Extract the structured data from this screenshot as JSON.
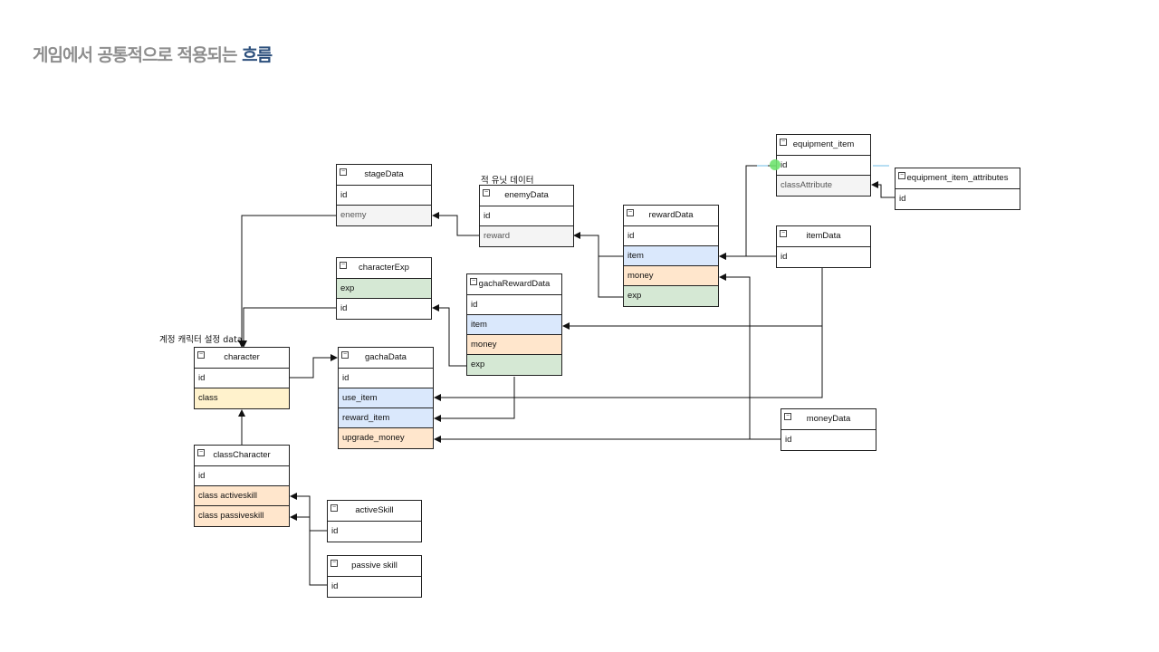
{
  "title": {
    "main": "게임에서 공통적으로 적용되는 ",
    "highlight": "흐름"
  },
  "notes": {
    "enemy_unit": "적 유닛 데이터",
    "account_char": "계정 캐릭터 설정 data"
  },
  "tables": {
    "stageData": {
      "name": "stageData",
      "fields": [
        "id",
        "enemy"
      ]
    },
    "enemyData": {
      "name": "enemyData",
      "fields": [
        "id",
        "reward"
      ]
    },
    "rewardData": {
      "name": "rewardData",
      "fields": [
        "id",
        "item",
        "money",
        "exp"
      ]
    },
    "equipment_item": {
      "name": "equipment_item",
      "fields": [
        "id",
        "classAttribute"
      ]
    },
    "equipment_item_attributes": {
      "name": "equipment_item_attributes",
      "fields": [
        "id"
      ]
    },
    "itemData": {
      "name": "itemData",
      "fields": [
        "id"
      ]
    },
    "characterExp": {
      "name": "characterExp",
      "fields": [
        "exp",
        "id"
      ]
    },
    "gachaRewardData": {
      "name": "gachaRewardData",
      "fields": [
        "id",
        "item",
        "money",
        "exp"
      ]
    },
    "character": {
      "name": "character",
      "fields": [
        "id",
        "class"
      ]
    },
    "gachaData": {
      "name": "gachaData",
      "fields": [
        "id",
        "use_item",
        "reward_item",
        "upgrade_money"
      ]
    },
    "moneyData": {
      "name": "moneyData",
      "fields": [
        "id"
      ]
    },
    "classCharacter": {
      "name": "classCharacter",
      "fields": [
        "id",
        "class activeskill",
        "class passiveskill"
      ]
    },
    "activeSkill": {
      "name": "activeSkill",
      "fields": [
        "id"
      ]
    },
    "passiveSkill": {
      "name": "passive skill",
      "fields": [
        "id"
      ]
    }
  },
  "toggle_icon": "collapse-icon",
  "colors": {
    "blue": "#dae8fc",
    "orange": "#ffe6cc",
    "green": "#d5e8d4",
    "yellow": "#fff2cc",
    "gray": "#f4f4f4"
  }
}
